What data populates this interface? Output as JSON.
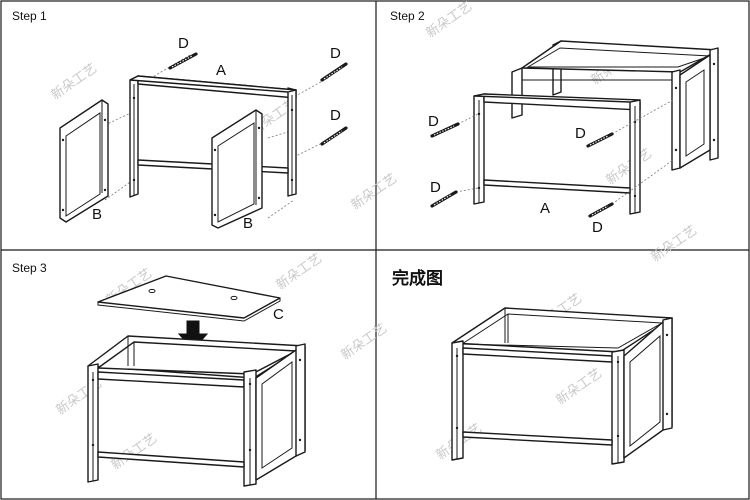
{
  "steps": [
    {
      "title": "Step 1",
      "labels": {
        "a": "A",
        "b_left": "B",
        "b_right": "B",
        "d1": "D",
        "d2": "D",
        "d3": "D"
      }
    },
    {
      "title": "Step 2",
      "labels": {
        "a": "A",
        "d1": "D",
        "d2": "D",
        "d3": "D",
        "d4": "D"
      }
    },
    {
      "title": "Step 3",
      "labels": {
        "c": "C"
      }
    },
    {
      "title": "完成图"
    }
  ],
  "watermark": "新朵工艺",
  "colors": {
    "line": "#1a1a1a",
    "background": "#ffffff",
    "watermark": "#c9c9c9"
  }
}
